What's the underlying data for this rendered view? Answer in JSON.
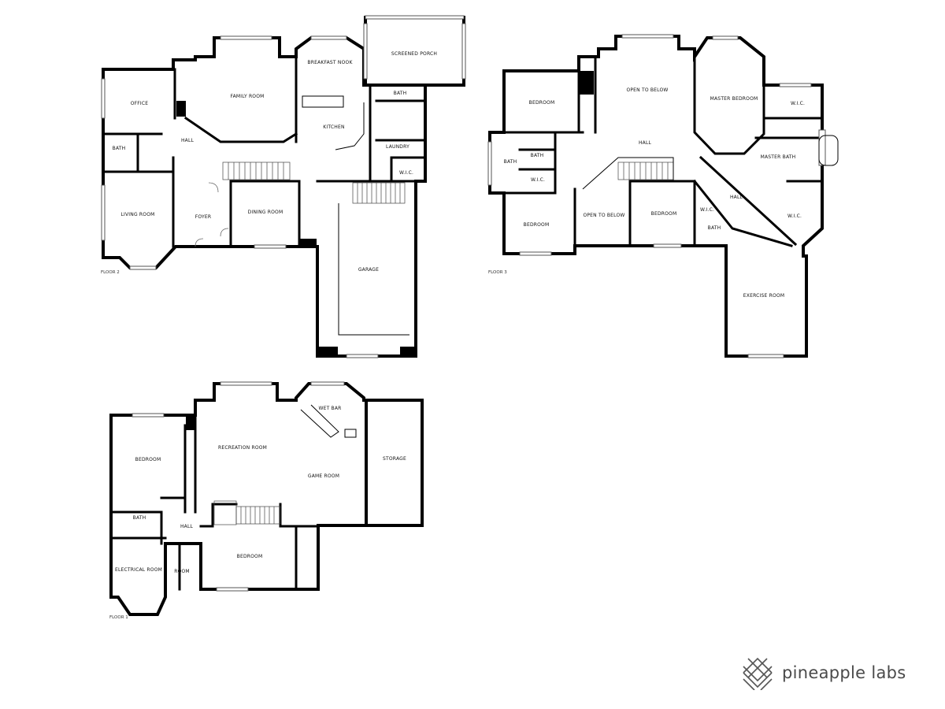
{
  "floor2": {
    "floor_label": "FLOOR 2",
    "rooms": {
      "office": "OFFICE",
      "family_room": "FAMILY ROOM",
      "breakfast_nook": "BREAKFAST NOOK",
      "screened_porch": "SCREENED PORCH",
      "bath_porch": "BATH",
      "hall": "HALL",
      "kitchen": "KITCHEN",
      "laundry": "LAUNDRY",
      "bath": "BATH",
      "wic": "W.I.C.",
      "living_room": "LIVING ROOM",
      "foyer": "FOYER",
      "dining_room": "DINING ROOM",
      "garage": "GARAGE"
    }
  },
  "floor3": {
    "floor_label": "FLOOR 3",
    "rooms": {
      "bedroom_nw": "BEDROOM",
      "open_to_below_top": "OPEN TO BELOW",
      "master_bedroom": "MASTER BEDROOM",
      "wic_master": "W.I.C.",
      "hall": "HALL",
      "bath_left": "BATH",
      "bath_small": "BATH",
      "wic_left": "W.I.C.",
      "master_bath": "MASTER BATH",
      "bedroom_sw": "BEDROOM",
      "open_to_below_bottom": "OPEN TO BELOW",
      "bedroom_mid": "BEDROOM",
      "wic_mid": "W.I.C.",
      "hall_diag": "HALL",
      "bath_mid": "BATH",
      "wic_right": "W.I.C.",
      "exercise_room": "EXERCISE ROOM"
    }
  },
  "floor1": {
    "floor_label": "FLOOR 1",
    "rooms": {
      "wet_bar": "WET BAR",
      "recreation_room": "RECREATION ROOM",
      "bedroom_left": "BEDROOM",
      "game_room": "GAME ROOM",
      "storage": "STORAGE",
      "bath": "BATH",
      "hall": "HALL",
      "electrical_room": "ELECTRICAL ROOM",
      "room": "ROOM",
      "bedroom_bottom": "BEDROOM"
    }
  },
  "brand": {
    "name": "pineapple labs",
    "logo_icon": "pineapple-labs-logo-icon"
  }
}
